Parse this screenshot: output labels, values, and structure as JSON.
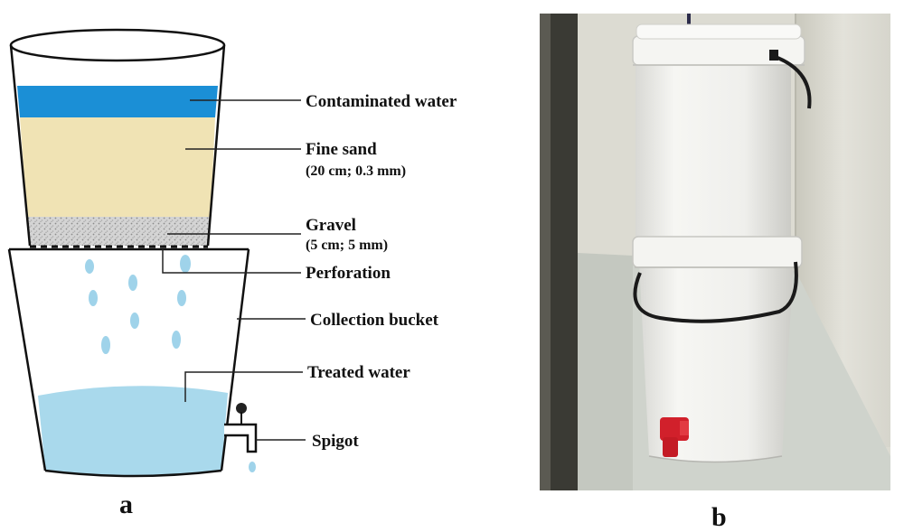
{
  "panel_a": {
    "letter": "a",
    "labels": {
      "contaminated_water": "Contaminated water",
      "fine_sand": "Fine sand",
      "fine_sand_spec": "(20 cm; 0.3 mm)",
      "gravel": "Gravel",
      "gravel_spec": "(5 cm; 5 mm)",
      "perforation": "Perforation",
      "collection_bucket": "Collection bucket",
      "treated_water": "Treated water",
      "spigot": "Spigot"
    },
    "colors": {
      "contaminated_water": "#1b8fd6",
      "fine_sand": "#f0e3b4",
      "gravel": "#cfcfcf",
      "treated_water": "#a9d9ec",
      "droplet": "#9fd3ea",
      "outline": "#111111"
    }
  },
  "panel_b": {
    "letter": "b",
    "colors": {
      "bucket": "#f1f1ee",
      "wall": "#dcdbd2",
      "floor": "#cfd3cc",
      "spigot": "#d1202b",
      "handle": "#1a1a1a"
    }
  }
}
